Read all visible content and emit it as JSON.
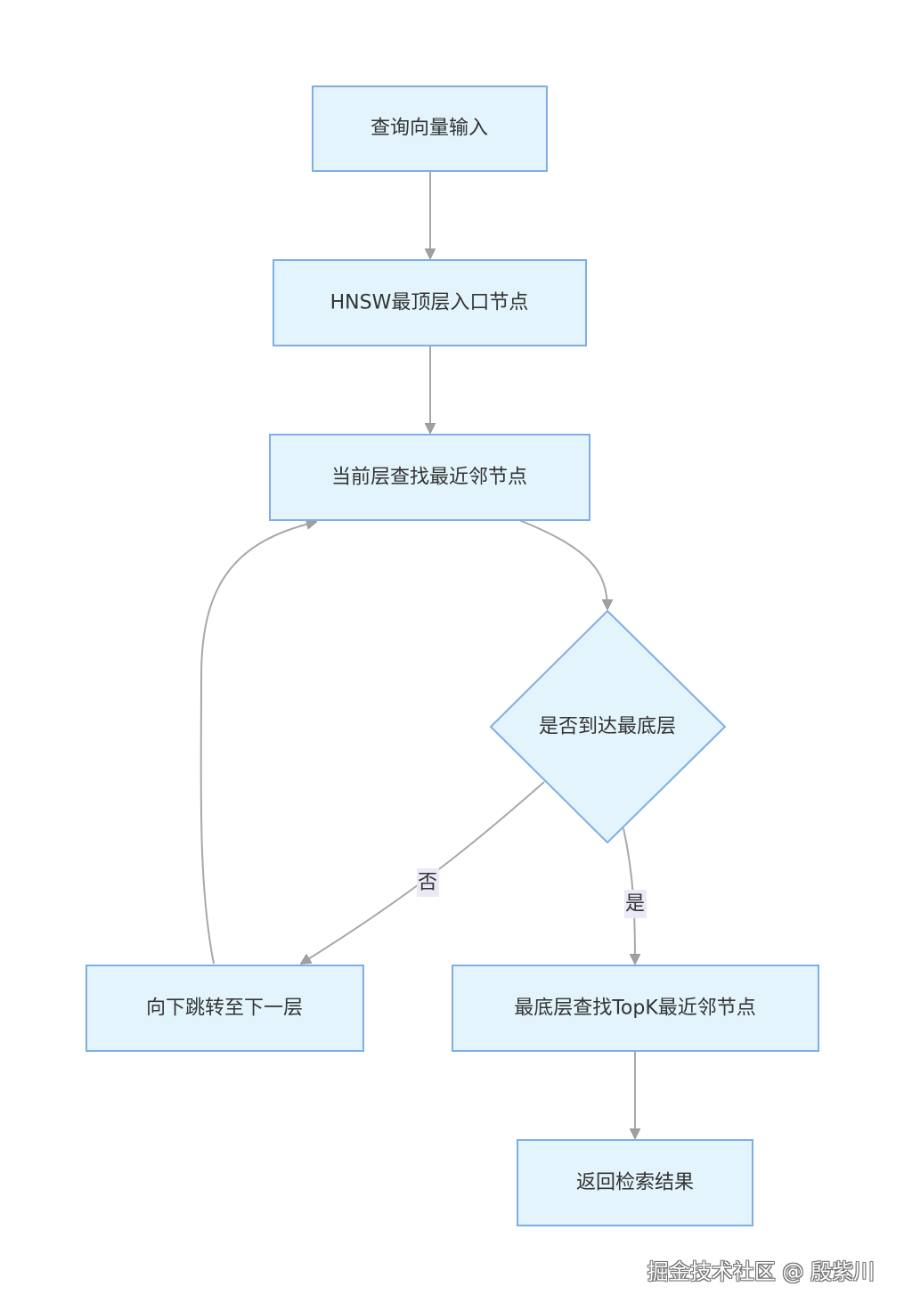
{
  "nodes": {
    "query_input": "查询向量输入",
    "hnsw_entry": "HNSW最顶层入口节点",
    "layer_search": "当前层查找最近邻节点",
    "bottom_check": "是否到达最底层",
    "jump_down": "向下跳转至下一层",
    "bottom_topk": "最底层查找TopK最近邻节点",
    "return_result": "返回检索结果"
  },
  "edges": {
    "no_label": "否",
    "yes_label": "是"
  },
  "watermark": "掘金技术社区 @ 殷紫川",
  "colors": {
    "node_fill": "#e3f4fc",
    "node_stroke": "#7eaee6",
    "edge": "#a8a8a8",
    "label_bg": "#ece8f8"
  }
}
